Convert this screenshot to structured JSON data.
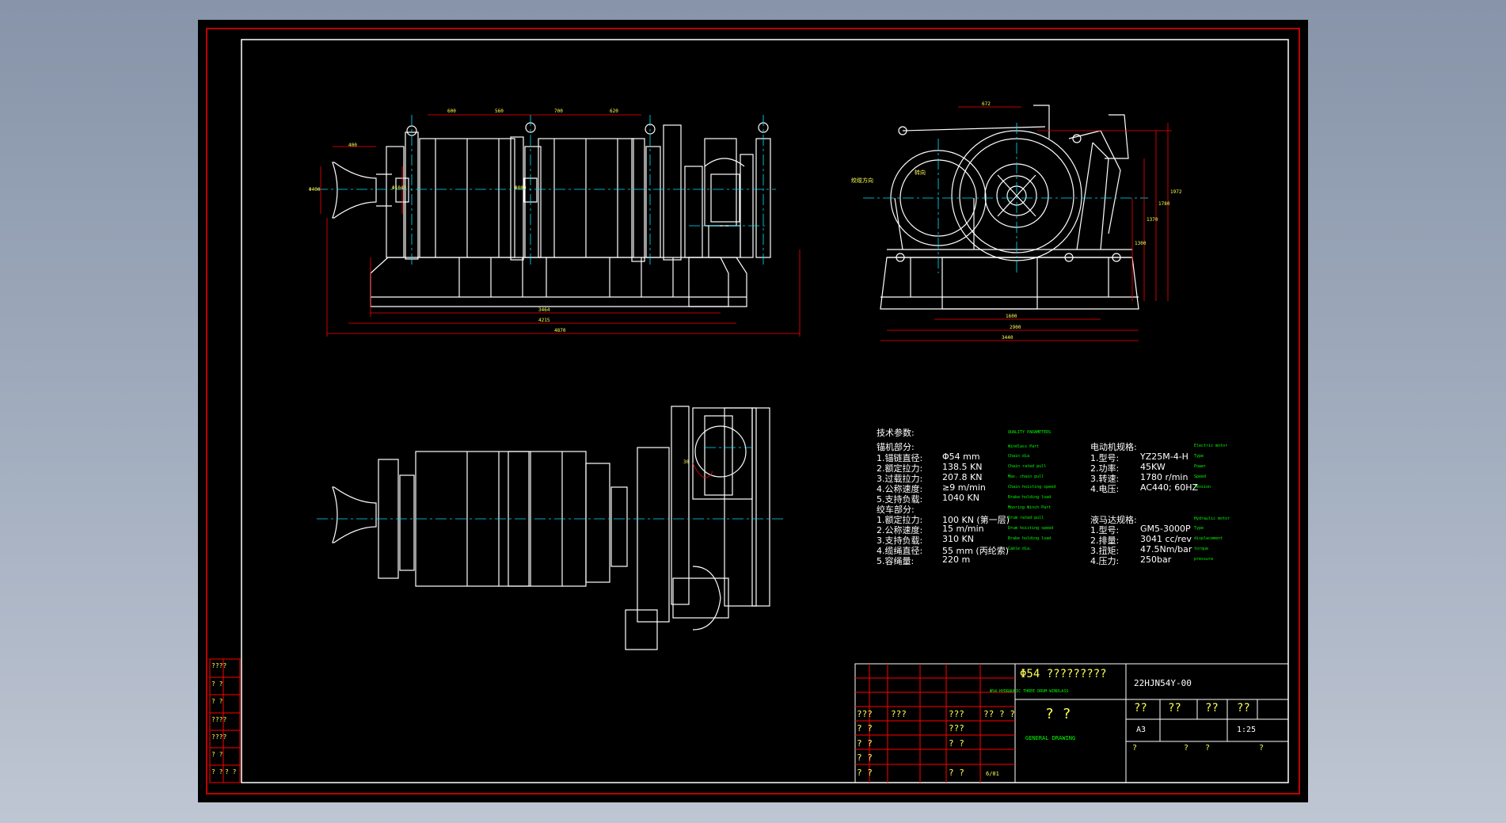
{
  "tech": {
    "heading": "技术参数:",
    "windlass_heading": "锚机部分:",
    "windlass_items": [
      {
        "label": "1.锚链直径:",
        "value": "Φ54 mm",
        "en": "Chain dia"
      },
      {
        "label": "2.额定拉力:",
        "value": "138.5 KN",
        "en": "Chain rated pull"
      },
      {
        "label": "3.过载拉力:",
        "value": "207.8 KN",
        "en": "Max. chain pull"
      },
      {
        "label": "4.公称速度:",
        "value": "≥9 m/min",
        "en": "Chain hoisting speed"
      },
      {
        "label": "5.支持负载:",
        "value": "1040 KN",
        "en": "Brake holding load"
      }
    ],
    "winch_heading": "绞车部分:",
    "winch_items": [
      {
        "label": "1.额定拉力:",
        "value": "100 KN (第一层)",
        "en": "Drum rated pull"
      },
      {
        "label": "2.公称速度:",
        "value": "15 m/min",
        "en": "Drum hoisting speed"
      },
      {
        "label": "3.支持负载:",
        "value": "310 KN",
        "en": "Brake holding load"
      },
      {
        "label": "4.缆绳直径:",
        "value": "55 mm (丙纶索)",
        "en": "Cable dia."
      },
      {
        "label": "5.容绳量:",
        "value": "220 m",
        "en": ""
      }
    ],
    "windlass_part_en": "Windlass Part",
    "winch_part_en": "Mooring Winch Part",
    "tech_en": "QUALITY PARAMETERS",
    "motor_heading": "电动机规格:",
    "motor_heading_en": "Electric motor",
    "motor_items": [
      {
        "label": "1.型号:",
        "value": "YZ25M-4-H",
        "en": "Type"
      },
      {
        "label": "2.功率:",
        "value": "45KW",
        "en": "Power"
      },
      {
        "label": "3.转速:",
        "value": "1780 r/min",
        "en": "Speed"
      },
      {
        "label": "4.电压:",
        "value": "AC440; 60HZ",
        "en": "Tension"
      }
    ],
    "hyd_heading": "液马达规格:",
    "hyd_heading_en": "Hydraulic motor",
    "hyd_items": [
      {
        "label": "1.型号:",
        "value": "GM5-3000P",
        "en": "Type"
      },
      {
        "label": "2.排量:",
        "value": "3041 cc/rev",
        "en": "displacement"
      },
      {
        "label": "3.扭矩:",
        "value": "47.5Nm/bar",
        "en": "torque"
      },
      {
        "label": "4.压力:",
        "value": "250bar",
        "en": "pressure"
      }
    ]
  },
  "dims": {
    "cap_width": "400",
    "cap_dia": "Φ400",
    "drum_a": "600",
    "drum_b": "560",
    "drum_c": "700",
    "drum_d": "620",
    "base_len": "3464",
    "frame_len": "4215",
    "total_len": "4870",
    "top_width": "672",
    "side_base": "1600",
    "side_total": "2900",
    "side_full": "3440",
    "height_a": "1300",
    "height_b": "1370",
    "height_c": "1780",
    "height_d": "1972",
    "wheel_dia": "Φ1040",
    "drum_dia": "Φ800",
    "direction": "绞缆方向",
    "rotation": "转向",
    "detail_dim": "30"
  },
  "title_block": {
    "title_cn": "Φ54 ?????????",
    "title_en": "Φ54 HYDRAULIC THREE DRUM WINDLASS",
    "drawing_no": "22HJN54Y-00",
    "drawing_name_cn": "? ?",
    "drawing_name_en": "GENERAL DRAWING",
    "cells_top": [
      "??",
      "??",
      "??",
      "??"
    ],
    "format": "A3",
    "scale": "1:25",
    "sheet_marks": [
      "?",
      "?",
      "?",
      "?"
    ],
    "left_labels": [
      "???",
      "???",
      "???",
      "??",
      "? ?"
    ],
    "left_col_marks": [
      "? ?",
      "? ?",
      "? ?",
      "? ?"
    ],
    "mid_marks": [
      "???",
      "? ?",
      "? ?"
    ],
    "date": "6/01"
  },
  "side_strip": [
    "????",
    "? ?",
    "? ?",
    "????",
    "????",
    "? ?",
    "? ?",
    "? ?"
  ],
  "colors": {
    "background": "#000000",
    "frame_white": "#ffffff",
    "frame_red": "#ff0000",
    "center_line": "#00e5ff",
    "text_green": "#00ff00",
    "text_yellow": "#ffff55"
  }
}
